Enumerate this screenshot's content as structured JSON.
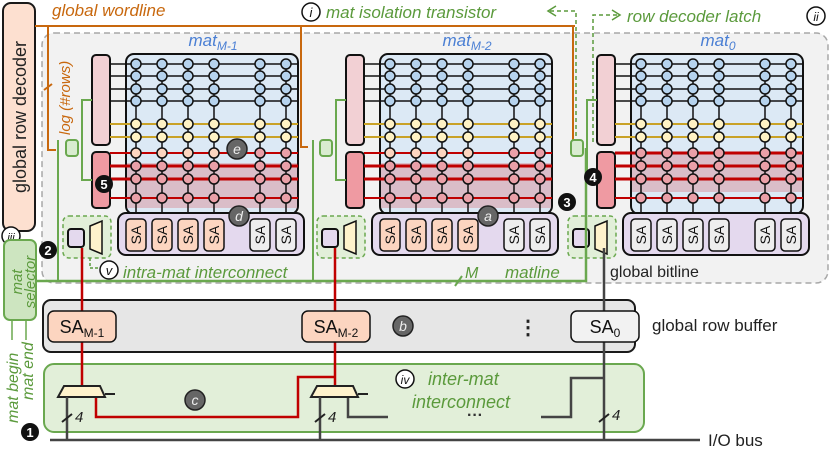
{
  "labels": {
    "global_wordline": "global wordline",
    "global_row_decoder": "global row decoder",
    "log_rows": "log (#rows)",
    "mat_isolation_transistor": "mat isolation transistor",
    "row_decoder_latch": "row decoder latch",
    "intra_mat_interconnect": "intra-mat interconnect",
    "matline": "matline",
    "matline_width": "M",
    "global_bitline": "global bitline",
    "global_row_buffer": "global row buffer",
    "inter_mat_line1": "inter-mat",
    "inter_mat_line2": "interconnect",
    "io_bus": "I/O bus",
    "mat_selector_line1": "mat",
    "mat_selector_line2": "selector",
    "mat_begin": "mat begin",
    "mat_end": "mat end",
    "bus_width": "4",
    "vdots": "⋮",
    "hdots": "···"
  },
  "mats": [
    {
      "name": "mat",
      "sub": "M-1"
    },
    {
      "name": "mat",
      "sub": "M-2"
    },
    {
      "name": "mat",
      "sub": "0"
    }
  ],
  "global_sas": [
    {
      "name": "SA",
      "sub": "M-1"
    },
    {
      "name": "SA",
      "sub": "M-2"
    },
    {
      "name": "SA",
      "sub": "0"
    }
  ],
  "sa_label": "SA",
  "roman_markers": [
    "i",
    "ii",
    "iii",
    "iv",
    "v"
  ],
  "letter_markers": [
    "a",
    "b",
    "c",
    "d",
    "e"
  ],
  "step_markers": [
    "1",
    "2",
    "3",
    "4",
    "5"
  ],
  "colors": {
    "wordline_orange": "#c8680e",
    "green": "#6aa84f",
    "red": "#c00000",
    "gold": "#c9a227",
    "mat_label_blue": "#4a7fd4",
    "cell_blue": "#b6d3ee",
    "cell_yellow": "#fff2c4",
    "cell_pink": "#eaa0a8",
    "sa_orange": "#fcd5c0"
  }
}
